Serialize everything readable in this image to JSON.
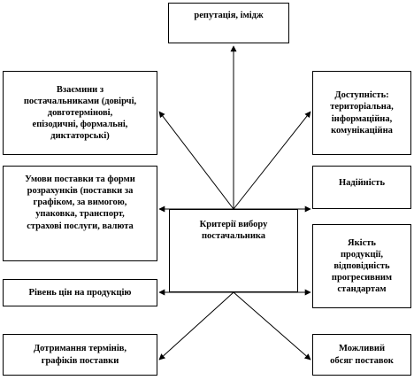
{
  "center": {
    "label": "Критерії вибору\nпостачальника"
  },
  "boxes": {
    "reputation": "репутація, імідж",
    "relations": "Взаємини з\nпостачальниками (довірчі,\nдовготермінові,\nепізодичні, формальні,\nдиктаторські)",
    "accessibility": "Доступність:\nтериторіальна,\nінформаційна,\nкомунікаційна",
    "supply_terms": "Умови поставки та форми\nрозрахунків (поставки за\nграфіком, за вимогою,\nупаковка, транспорт,\nстрахові послуги, валюта",
    "reliability": "Надійність",
    "quality": "Якість\nпродукції,\nвідповідність\nпрогресивним\nстандартам",
    "price_level": "Рівень цін на продукцію",
    "schedule": "Дотримання термінів,\nграфіків поставки",
    "volume": "Можливий\nобсяг поставок"
  }
}
